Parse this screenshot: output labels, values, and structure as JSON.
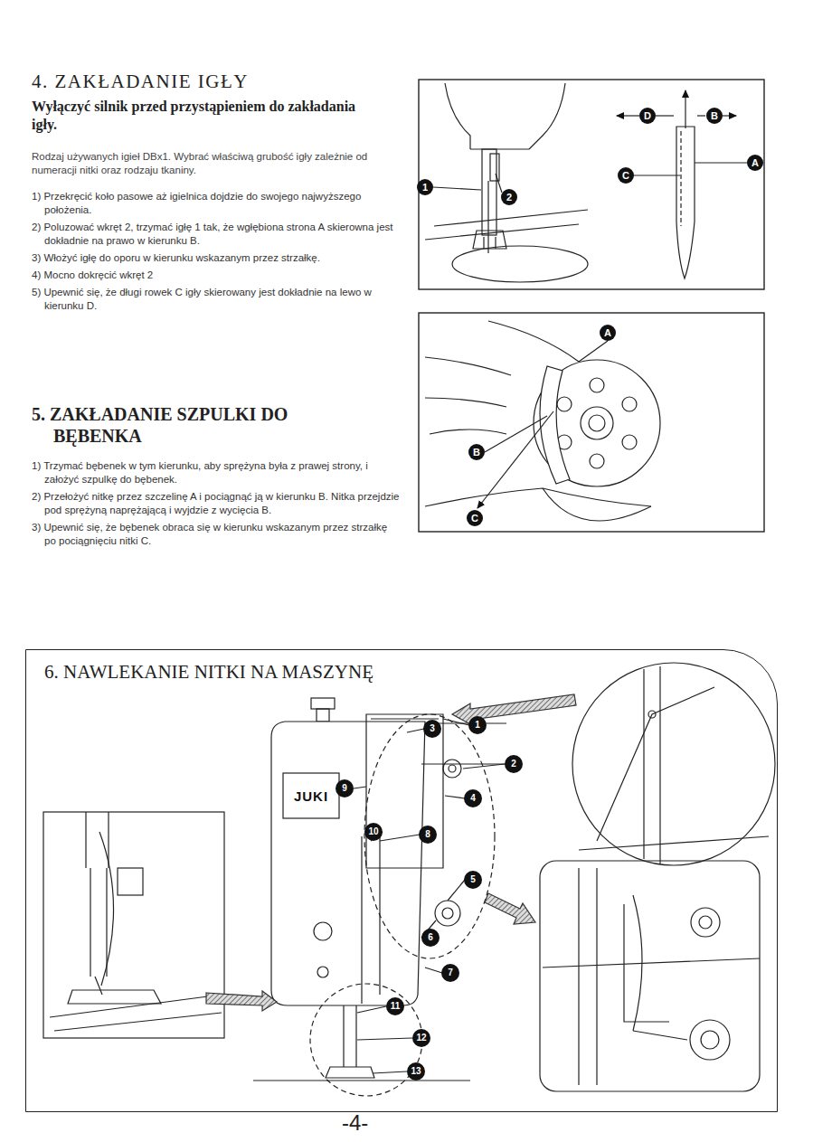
{
  "diagram": {
    "nodes": [
      {
        "text": [
          "6. NAWLEKANIE NITKI NA MASZYNĘ"
        ]
      }
    ],
    "labels": [
      "4. ZAKŁADANIE IGŁY",
      "Wyłączyć silnik przed przystąpieniem do zakładania igły.",
      "Rodzaj używanych igieł DBx1. Wybrać właściwą grubość igły zależnie od numeracji nitki oraz rodzaju tkaniny.",
      "1) Przekręcić koło pasowe aż igielnica dojdzie do swojego najwyższego położenia.",
      "2) Poluzować wkręt 2, trzymać igłę 1 tak, że wgłębiona strona A skierowna jest dokładnie na prawo w kierunku B.",
      "3) Włożyć igłę do oporu w kierunku wskazanym przez strzałkę.",
      "4) Mocno dokręcić wkręt 2",
      "5) Upewnić się, że długi rowek C igły skierowany jest dokładnie na lewo w kierunku D.",
      "5. ZAKŁADANIE SZPULKI DO BĘBENKA",
      "1) Trzymać bębenek w tym kierunku, aby sprężyna była z prawej strony, i założyć szpulkę do bębenek.",
      "2) Przełożyć nitkę przez szczelinę A i pociągnąć ją w kierunku B. Nitka przejdzie pod sprężyną naprężającą i wyjdzie z wycięcia B.",
      "3) Upewnić się, że bębenek obraca się w kierunku wskazanym przez strzałkę po pociągnięciu nitki C.",
      "1",
      "2",
      "D",
      "B",
      "C",
      "A",
      "A",
      "B",
      "C",
      "JUKI",
      "1",
      "2",
      "3",
      "4",
      "5",
      "6",
      "7",
      "8",
      "9",
      "10",
      "11",
      "12",
      "13",
      "-4-"
    ]
  }
}
